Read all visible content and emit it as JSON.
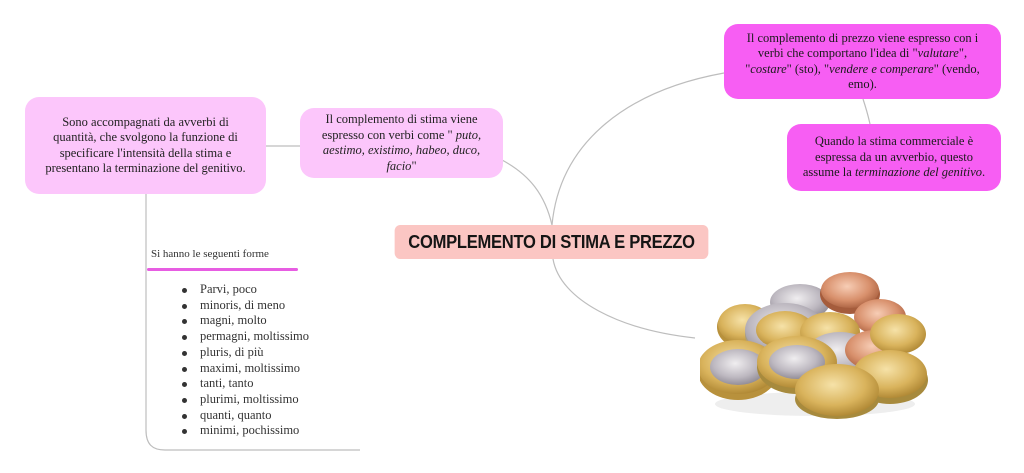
{
  "root": {
    "title": "COMPLEMENTO DI STIMA E PREZZO"
  },
  "nodes": {
    "adverbs": {
      "text": "Sono accompagnati da avverbi di quantità, che svolgono la funzione di specificare l'intensità della stima e presentano la terminazione del genitivo.",
      "color": "#fcc6fb"
    },
    "stima_verbs": {
      "line1": "Il complemento di stima viene espresso con verbi come \"",
      "italic": " puto, aestimo, existimo, habeo, duco, facio",
      "line_end": "\"",
      "color": "#fcc6fb"
    },
    "prezzo_verbs": {
      "part1": "Il complemento di prezzo viene espresso con i verbi che comportano l'idea di \"",
      "italic1": "valutare",
      "part2": "\", \"",
      "italic2": "costare",
      "part3": "\" (sto), \"",
      "italic3": "vendere e comperare",
      "part4": "\" (vendo, emo).",
      "color": "#f75ef3"
    },
    "commerciale": {
      "part1": "Quando la stima commerciale è espressa da un avverbio, questo assume la ",
      "italic": "terminazione del genitivo",
      "part2": ".",
      "color": "#f75ef3"
    }
  },
  "forms": {
    "label": "Si hanno le seguenti forme",
    "underline_color": "#e75de2",
    "items": [
      "Parvi, poco",
      "minoris, di meno",
      "magni, molto",
      "permagni, moltissimo",
      "pluris, di più",
      "maximi, moltissimo",
      "tanti, tanto",
      "plurimi, moltissimo",
      "quanti, quanto",
      "minimi, pochissimo"
    ]
  },
  "image": {
    "icon": "coins-image"
  }
}
